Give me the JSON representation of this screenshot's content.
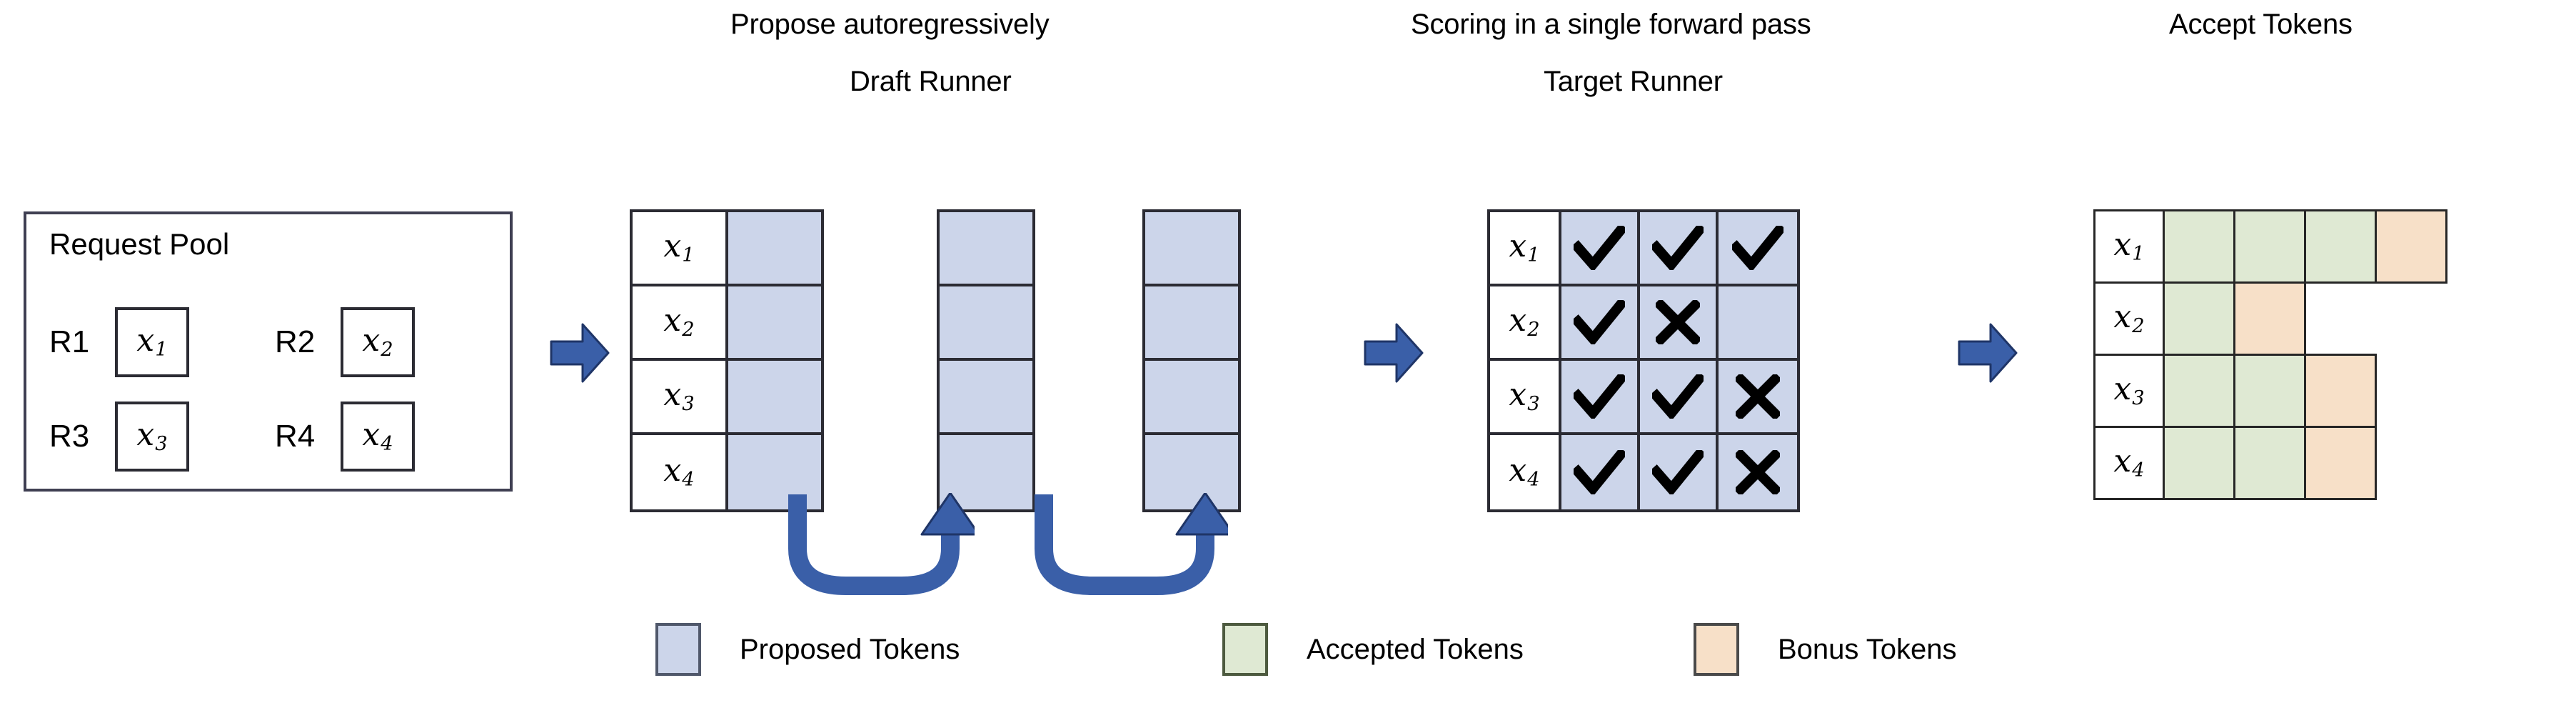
{
  "headings": {
    "propose": "Propose autoregressively",
    "draft_runner": "Draft Runner",
    "scoring": "Scoring in a single forward pass",
    "target_runner": "Target Runner",
    "accept": "Accept Tokens"
  },
  "request_pool": {
    "title": "Request Pool",
    "requests": [
      {
        "label": "R1",
        "token": "x",
        "sub": "1"
      },
      {
        "label": "R2",
        "token": "x",
        "sub": "2"
      },
      {
        "label": "R3",
        "token": "x",
        "sub": "3"
      },
      {
        "label": "R4",
        "token": "x",
        "sub": "4"
      }
    ]
  },
  "draft_runner": {
    "row_labels": [
      {
        "token": "x",
        "sub": "1"
      },
      {
        "token": "x",
        "sub": "2"
      },
      {
        "token": "x",
        "sub": "3"
      },
      {
        "token": "x",
        "sub": "4"
      }
    ],
    "step_count": 3,
    "rows": 4
  },
  "target_runner": {
    "row_labels": [
      {
        "token": "x",
        "sub": "1"
      },
      {
        "token": "x",
        "sub": "2"
      },
      {
        "token": "x",
        "sub": "3"
      },
      {
        "token": "x",
        "sub": "4"
      }
    ],
    "scores": [
      [
        "check",
        "check",
        "check"
      ],
      [
        "check",
        "cross",
        "empty"
      ],
      [
        "check",
        "check",
        "cross"
      ],
      [
        "check",
        "check",
        "cross"
      ]
    ]
  },
  "accept_tokens": {
    "row_labels": [
      {
        "token": "x",
        "sub": "1"
      },
      {
        "token": "x",
        "sub": "2"
      },
      {
        "token": "x",
        "sub": "3"
      },
      {
        "token": "x",
        "sub": "4"
      }
    ],
    "rows": [
      [
        "accepted",
        "accepted",
        "accepted",
        "bonus"
      ],
      [
        "accepted",
        "bonus"
      ],
      [
        "accepted",
        "accepted",
        "bonus"
      ],
      [
        "accepted",
        "accepted",
        "bonus"
      ]
    ]
  },
  "legend": [
    {
      "label": "Proposed Tokens",
      "kind": "proposed",
      "color": "#ccd5ea"
    },
    {
      "label": "Accepted Tokens",
      "kind": "accepted",
      "color": "#dfe9d3"
    },
    {
      "label": "Bonus Tokens",
      "kind": "bonus",
      "color": "#f7e0c8"
    }
  ],
  "colors": {
    "proposed": "#ccd5ea",
    "accepted": "#dfe9d3",
    "bonus": "#f7e0c8",
    "arrow_blue": "#3a5fa8",
    "border": "#2b2b33"
  }
}
